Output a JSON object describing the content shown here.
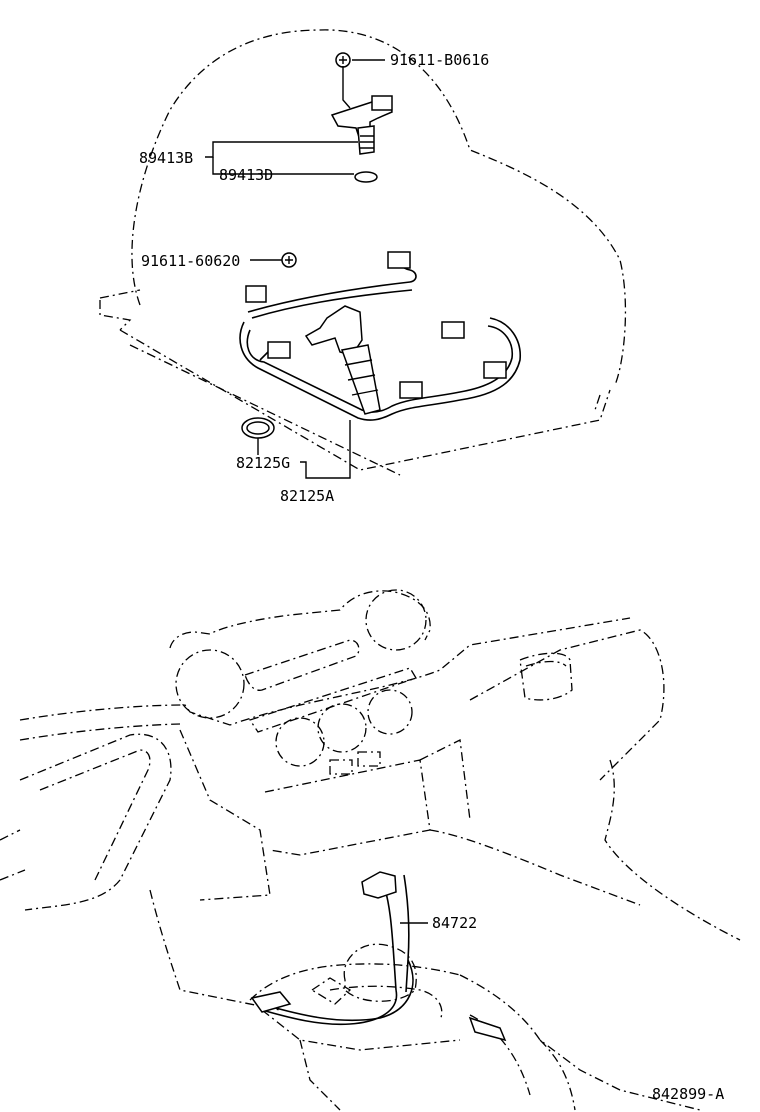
{
  "callouts": {
    "bolt_top": "91611-B0616",
    "sensor_assy": "89413B",
    "o_ring": "89413D",
    "bolt_mid": "91611-60620",
    "gasket": "82125G",
    "harness": "82125A",
    "shift_wire": "84722",
    "drawing_no": "842899-A"
  }
}
